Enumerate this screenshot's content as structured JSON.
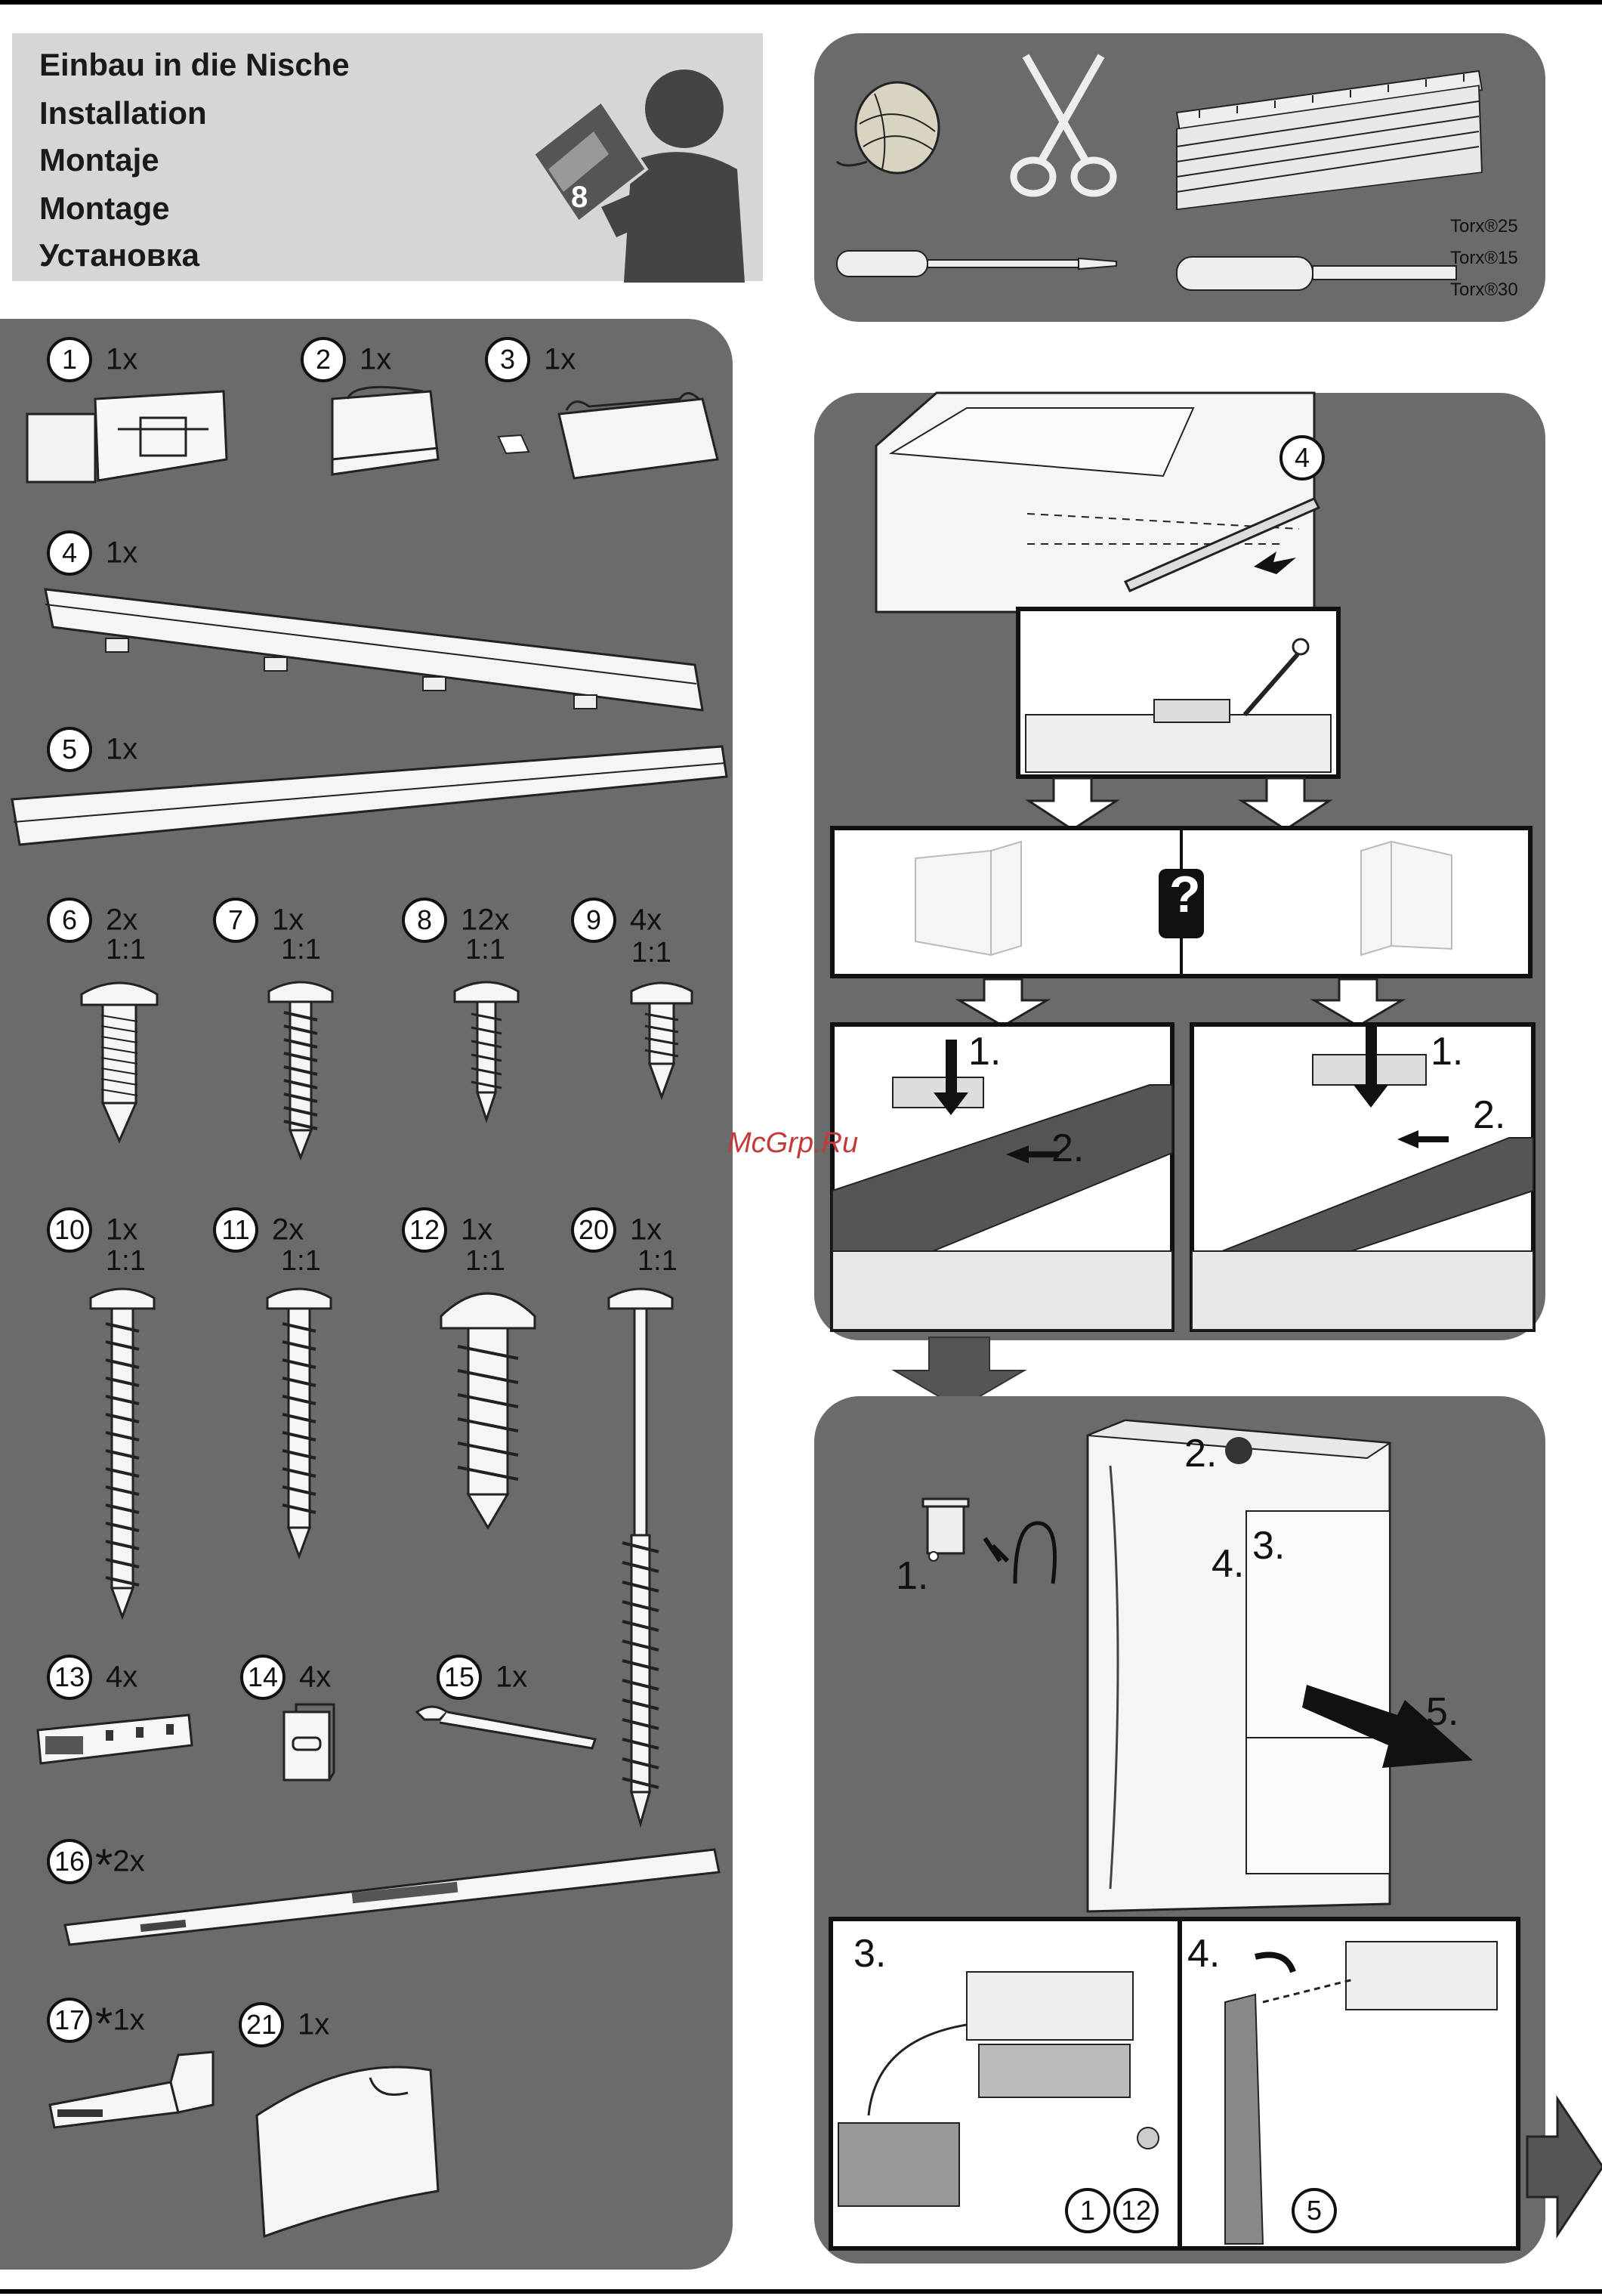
{
  "header": {
    "titles": [
      "Einbau in die Nische",
      "Installation",
      "Montaje",
      "Montage",
      "Установка"
    ]
  },
  "tools": {
    "torx": [
      "Torx®25",
      "Torx®15",
      "Torx®30"
    ]
  },
  "parts": [
    {
      "num": "1",
      "qty": "1x"
    },
    {
      "num": "2",
      "qty": "1x"
    },
    {
      "num": "3",
      "qty": "1x"
    },
    {
      "num": "4",
      "qty": "1x"
    },
    {
      "num": "5",
      "qty": "1x"
    },
    {
      "num": "6",
      "qty": "2x",
      "scale": "1:1"
    },
    {
      "num": "7",
      "qty": "1x",
      "scale": "1:1"
    },
    {
      "num": "8",
      "qty": "12x",
      "scale": "1:1"
    },
    {
      "num": "9",
      "qty": "4x",
      "scale": "1:1"
    },
    {
      "num": "10",
      "qty": "1x",
      "scale": "1:1"
    },
    {
      "num": "11",
      "qty": "2x",
      "scale": "1:1"
    },
    {
      "num": "12",
      "qty": "1x",
      "scale": "1:1"
    },
    {
      "num": "20",
      "qty": "1x",
      "scale": "1:1"
    },
    {
      "num": "13",
      "qty": "4x"
    },
    {
      "num": "14",
      "qty": "4x"
    },
    {
      "num": "15",
      "qty": "1x"
    },
    {
      "num": "16",
      "qty": "2x",
      "star": "*"
    },
    {
      "num": "17",
      "qty": "1x",
      "star": "*"
    },
    {
      "num": "21",
      "qty": "1x"
    }
  ],
  "step1": {
    "part_ref": "4",
    "question": "?",
    "left_labels": [
      "1.",
      "2."
    ],
    "right_labels": [
      "1.",
      "2."
    ]
  },
  "step2": {
    "labels": [
      "1.",
      "2.",
      "3.",
      "4.",
      "5."
    ],
    "detail_left": {
      "label": "3.",
      "refs": [
        "1",
        "12"
      ]
    },
    "detail_right": {
      "label": "4.",
      "refs": [
        "5"
      ]
    }
  },
  "watermark": "McGrp.Ru"
}
